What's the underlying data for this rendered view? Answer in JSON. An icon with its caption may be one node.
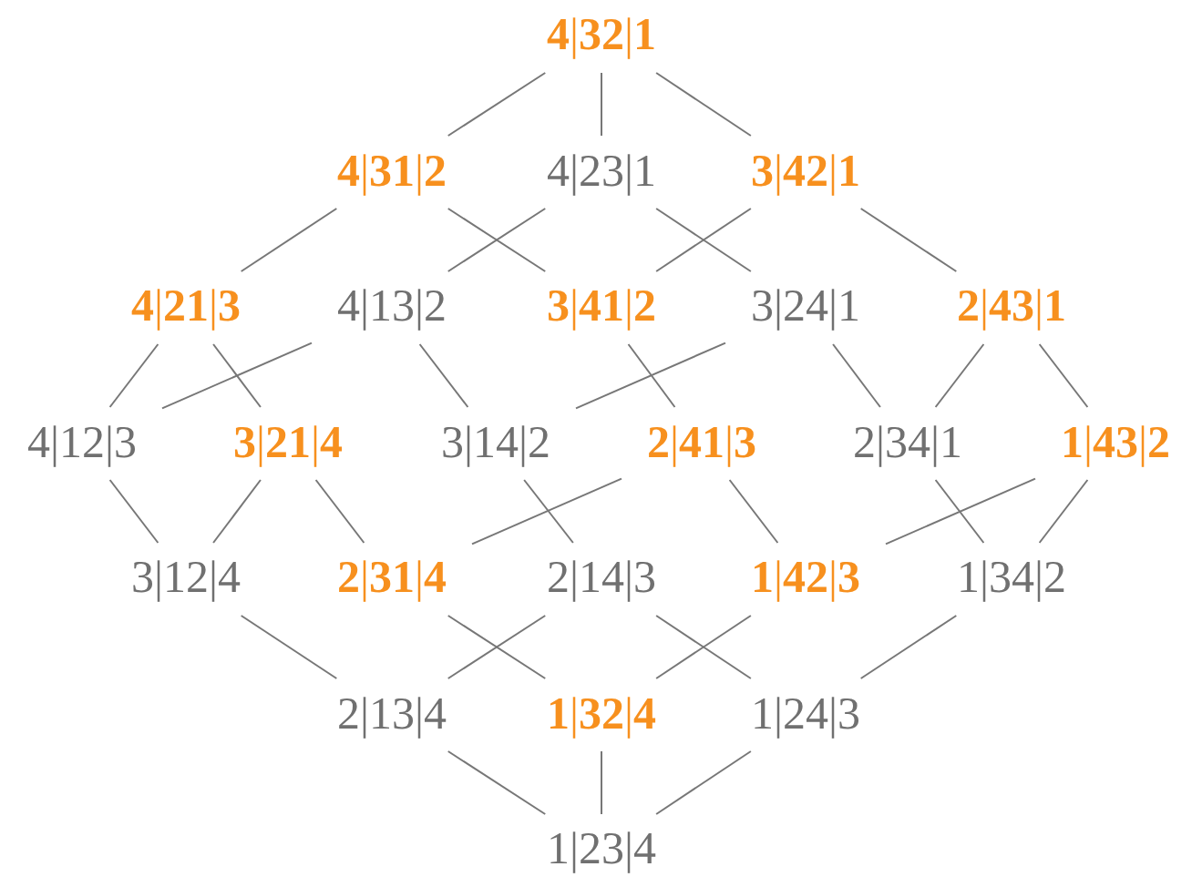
{
  "diagram": {
    "nodes": [
      {
        "text": [
          "**4**|**32**|**1**"
        ]
      },
      {
        "text": [
          "**4**|**31**|**2**"
        ]
      },
      {
        "text": [
          "4|23|1"
        ]
      },
      {
        "text": [
          "**3**|**42**|**1**"
        ]
      },
      {
        "text": [
          "**4**|**21**|**3**"
        ]
      },
      {
        "text": [
          "4|13|2"
        ]
      },
      {
        "text": [
          "**3**|**41**|**2**"
        ]
      },
      {
        "text": [
          "3|24|1"
        ]
      },
      {
        "text": [
          "**2**|**43**|**1**"
        ]
      },
      {
        "text": [
          "4|12|3"
        ]
      },
      {
        "text": [
          "**3**|**21**|**4**"
        ]
      },
      {
        "text": [
          "3|14|2"
        ]
      },
      {
        "text": [
          "**2**|**41**|**3**"
        ]
      },
      {
        "text": [
          "2|34|1"
        ]
      },
      {
        "text": [
          "**1**|**43**|**2**"
        ]
      },
      {
        "text": [
          "3|12|4"
        ]
      },
      {
        "text": [
          "**2**|**31**|**4**"
        ]
      },
      {
        "text": [
          "2|14|3"
        ]
      },
      {
        "text": [
          "**1**|**42**|**3**"
        ]
      },
      {
        "text": [
          "1|34|2"
        ]
      },
      {
        "text": [
          "2|13|4"
        ]
      },
      {
        "text": [
          "**1**|**32**|**4**"
        ]
      },
      {
        "text": [
          "1|24|3"
        ]
      },
      {
        "text": [
          "1|23|4"
        ]
      }
    ],
    "edges": [
      {
        "from": 0,
        "to": 1,
        "arrow": "none"
      },
      {
        "from": 0,
        "to": 2,
        "arrow": "none"
      },
      {
        "from": 0,
        "to": 3,
        "arrow": "none"
      },
      {
        "from": 1,
        "to": 4,
        "arrow": "none"
      },
      {
        "from": 1,
        "to": 6,
        "arrow": "none"
      },
      {
        "from": 2,
        "to": 5,
        "arrow": "none"
      },
      {
        "from": 2,
        "to": 7,
        "arrow": "none"
      },
      {
        "from": 3,
        "to": 6,
        "arrow": "none"
      },
      {
        "from": 3,
        "to": 8,
        "arrow": "none"
      },
      {
        "from": 4,
        "to": 9,
        "arrow": "none"
      },
      {
        "from": 4,
        "to": 10,
        "arrow": "none"
      },
      {
        "from": 5,
        "to": 9,
        "arrow": "none"
      },
      {
        "from": 5,
        "to": 11,
        "arrow": "none"
      },
      {
        "from": 6,
        "to": 12,
        "arrow": "none"
      },
      {
        "from": 7,
        "to": 11,
        "arrow": "none"
      },
      {
        "from": 7,
        "to": 13,
        "arrow": "none"
      },
      {
        "from": 8,
        "to": 13,
        "arrow": "none"
      },
      {
        "from": 8,
        "to": 14,
        "arrow": "none"
      },
      {
        "from": 9,
        "to": 15,
        "arrow": "none"
      },
      {
        "from": 10,
        "to": 15,
        "arrow": "none"
      },
      {
        "from": 10,
        "to": 16,
        "arrow": "none"
      },
      {
        "from": 11,
        "to": 17,
        "arrow": "none"
      },
      {
        "from": 12,
        "to": 16,
        "arrow": "none"
      },
      {
        "from": 12,
        "to": 18,
        "arrow": "none"
      },
      {
        "from": 13,
        "to": 19,
        "arrow": "none"
      },
      {
        "from": 14,
        "to": 18,
        "arrow": "none"
      },
      {
        "from": 14,
        "to": 19,
        "arrow": "none"
      },
      {
        "from": 15,
        "to": 20,
        "arrow": "none"
      },
      {
        "from": 16,
        "to": 21,
        "arrow": "none"
      },
      {
        "from": 17,
        "to": 20,
        "arrow": "none"
      },
      {
        "from": 17,
        "to": 22,
        "arrow": "none"
      },
      {
        "from": 18,
        "to": 21,
        "arrow": "none"
      },
      {
        "from": 19,
        "to": 22,
        "arrow": "none"
      },
      {
        "from": 20,
        "to": 23,
        "arrow": "none"
      },
      {
        "from": 21,
        "to": 23,
        "arrow": "none"
      },
      {
        "from": 22,
        "to": 23,
        "arrow": "none"
      }
    ]
  }
}
